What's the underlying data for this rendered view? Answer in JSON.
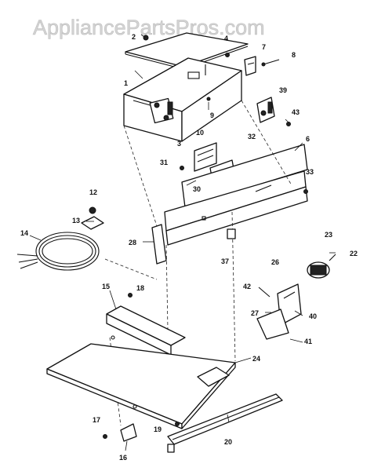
{
  "watermark": "AppliancePartsPros.com",
  "callouts": [
    {
      "id": "c2",
      "text": "2"
    },
    {
      "id": "c4",
      "text": "4"
    },
    {
      "id": "c7",
      "text": "7"
    },
    {
      "id": "c8",
      "text": "8"
    },
    {
      "id": "c1",
      "text": "1"
    },
    {
      "id": "c39",
      "text": "39"
    },
    {
      "id": "c43",
      "text": "43"
    },
    {
      "id": "c9",
      "text": "9"
    },
    {
      "id": "c3",
      "text": "3"
    },
    {
      "id": "c10",
      "text": "10"
    },
    {
      "id": "c32",
      "text": "32"
    },
    {
      "id": "c6",
      "text": "6"
    },
    {
      "id": "c31",
      "text": "31"
    },
    {
      "id": "c30",
      "text": "30"
    },
    {
      "id": "c33",
      "text": "33"
    },
    {
      "id": "c12",
      "text": "12"
    },
    {
      "id": "c13",
      "text": "13"
    },
    {
      "id": "c14",
      "text": "14"
    },
    {
      "id": "c28",
      "text": "28"
    },
    {
      "id": "c37",
      "text": "37"
    },
    {
      "id": "c23",
      "text": "23"
    },
    {
      "id": "c22",
      "text": "22"
    },
    {
      "id": "c26",
      "text": "26"
    },
    {
      "id": "c42",
      "text": "42"
    },
    {
      "id": "c40",
      "text": "40"
    },
    {
      "id": "c27",
      "text": "27"
    },
    {
      "id": "c41",
      "text": "41"
    },
    {
      "id": "c15",
      "text": "15"
    },
    {
      "id": "c18",
      "text": "18"
    },
    {
      "id": "c24",
      "text": "24"
    },
    {
      "id": "c17",
      "text": "17"
    },
    {
      "id": "c19",
      "text": "19"
    },
    {
      "id": "c20",
      "text": "20"
    },
    {
      "id": "c16",
      "text": "16"
    }
  ]
}
